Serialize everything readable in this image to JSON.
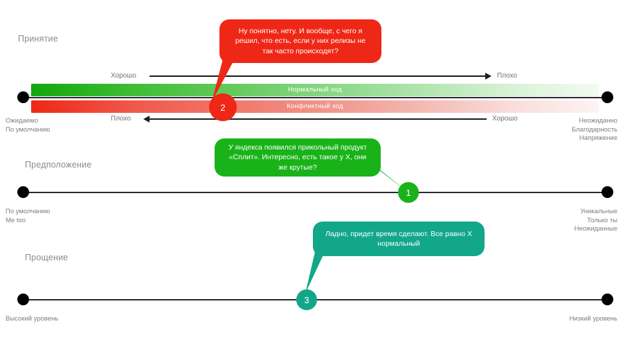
{
  "colors": {
    "red": "#ef2716",
    "green": "#19b319",
    "teal": "#12a789",
    "axis": "#2b2b33",
    "dot": "#000000",
    "title_text": "#8a8a8a",
    "caption_text": "#7c7c86"
  },
  "sections": [
    {
      "id": "acceptance",
      "title": "Принятие",
      "left_caption": "Ожидаемо\nПо умолчанию",
      "right_caption": "Неожиданно\nБлагодарность\nНапряжение",
      "bars": [
        {
          "id": "normal",
          "label": "Нормальный ход",
          "from_color": "#11a70d",
          "to_color": "#f2fbf2"
        },
        {
          "id": "conflict",
          "label": "Конфликтный ход",
          "from_color": "#ef2716",
          "to_color": "#fdf4f3"
        }
      ],
      "arrows": [
        {
          "id": "top",
          "label": "Хорошо",
          "direction": "right",
          "far_label": "Плохо"
        },
        {
          "id": "bottom",
          "label": "Плохо",
          "direction": "left",
          "far_label": "Хорошо"
        }
      ]
    },
    {
      "id": "assumption",
      "title": "Предположение",
      "left_caption": "По умолчанию\nMe too",
      "right_caption": "Уникальные\nТолько ты\nНеожиданные"
    },
    {
      "id": "forgiveness",
      "title": "Прощение",
      "left_caption": "Высокий уровень",
      "right_caption": "Низкий уровень"
    }
  ],
  "bubbles": [
    {
      "id": "bubble-2",
      "text": "Ну понятно, нету. И вообще, с чего я решил, что есть, если у них релизы не так часто происходят?",
      "color": "#ef2716"
    },
    {
      "id": "bubble-1",
      "text": "У яндекса появился прикольный продукт «Сплит». Интересно, есть такое у X, они же крутые?",
      "color": "#19b319"
    },
    {
      "id": "bubble-3",
      "text": "Ладно, придет время сделают. Все равно X нормальный",
      "color": "#12a789"
    }
  ],
  "markers": [
    {
      "id": "marker-2",
      "label": "2",
      "color": "#ef2716"
    },
    {
      "id": "marker-1",
      "label": "1",
      "color": "#19b319"
    },
    {
      "id": "marker-3",
      "label": "3",
      "color": "#12a789"
    }
  ]
}
